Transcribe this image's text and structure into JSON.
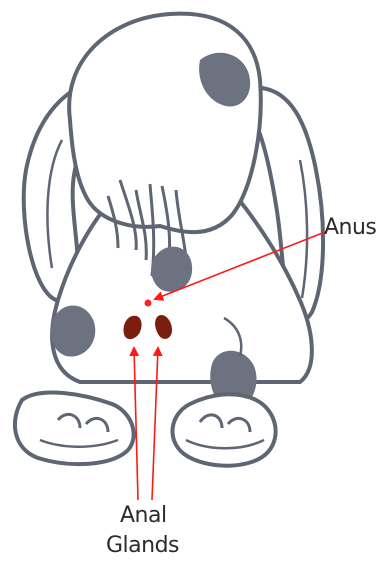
{
  "labels": {
    "anus": "Anus",
    "anal_glands_line1": "Anal",
    "anal_glands_line2": "Glands"
  },
  "colors": {
    "outline": "#5e6573",
    "spot": "#6c7280",
    "gland": "#7a1f10",
    "arrow": "#ff1a1a",
    "anus_dot": "#ff2020"
  }
}
